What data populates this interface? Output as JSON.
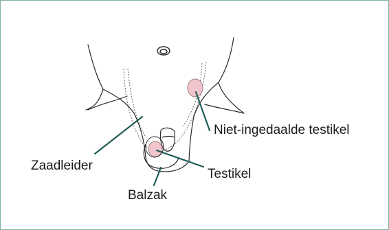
{
  "labels": {
    "undescended": "Niet-ingedaalde testikel",
    "vas_deferens": "Zaadleider",
    "testicle": "Testikel",
    "scrotum": "Balzak"
  },
  "colors": {
    "border": "#7cb0a4",
    "leader": "#1f5c55",
    "testis_fill": "#f2c5cc",
    "line_art": "#2a2a2a"
  }
}
